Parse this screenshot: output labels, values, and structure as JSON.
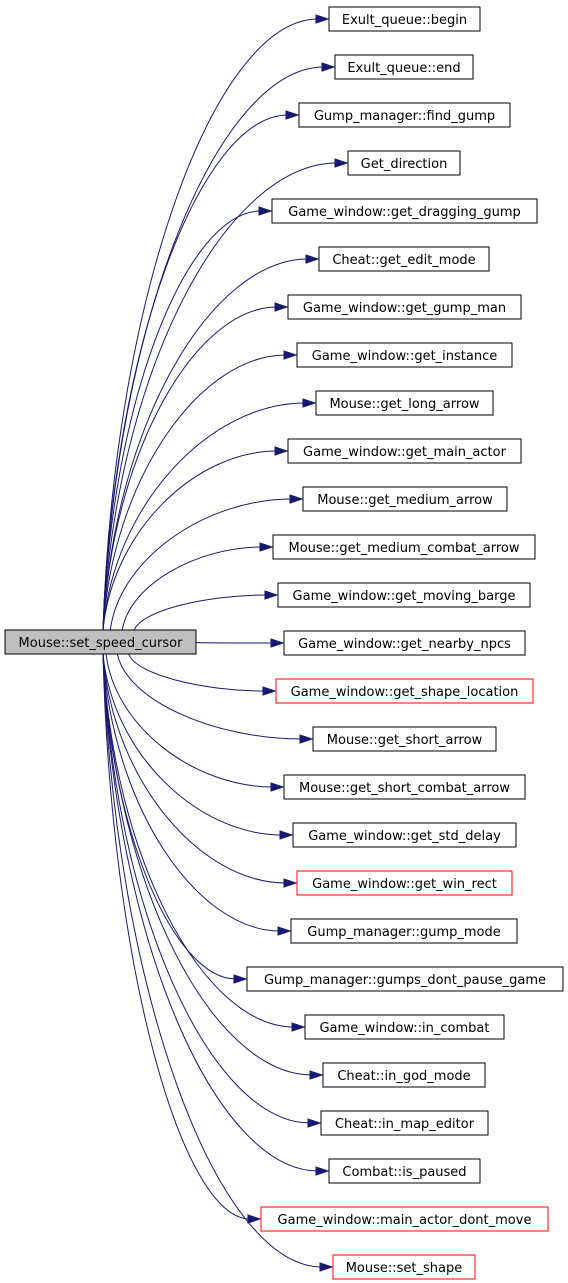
{
  "graph": {
    "root": {
      "label": "Mouse::set_speed_cursor",
      "fill": "#bfbfbf"
    },
    "edge_color": "#191970",
    "normal_border": "#000000",
    "undocumented_border": "#ff0000",
    "callees": [
      {
        "label": "Exult_queue::begin",
        "border": "black"
      },
      {
        "label": "Exult_queue::end",
        "border": "black"
      },
      {
        "label": "Gump_manager::find_gump",
        "border": "black"
      },
      {
        "label": "Get_direction",
        "border": "black"
      },
      {
        "label": "Game_window::get_dragging_gump",
        "border": "black"
      },
      {
        "label": "Cheat::get_edit_mode",
        "border": "black"
      },
      {
        "label": "Game_window::get_gump_man",
        "border": "black"
      },
      {
        "label": "Game_window::get_instance",
        "border": "black"
      },
      {
        "label": "Mouse::get_long_arrow",
        "border": "black"
      },
      {
        "label": "Game_window::get_main_actor",
        "border": "black"
      },
      {
        "label": "Mouse::get_medium_arrow",
        "border": "black"
      },
      {
        "label": "Mouse::get_medium_combat_arrow",
        "border": "black"
      },
      {
        "label": "Game_window::get_moving_barge",
        "border": "black"
      },
      {
        "label": "Game_window::get_nearby_npcs",
        "border": "black"
      },
      {
        "label": "Game_window::get_shape_location",
        "border": "red"
      },
      {
        "label": "Mouse::get_short_arrow",
        "border": "black"
      },
      {
        "label": "Mouse::get_short_combat_arrow",
        "border": "black"
      },
      {
        "label": "Game_window::get_std_delay",
        "border": "black"
      },
      {
        "label": "Game_window::get_win_rect",
        "border": "red"
      },
      {
        "label": "Gump_manager::gump_mode",
        "border": "black"
      },
      {
        "label": "Gump_manager::gumps_dont_pause_game",
        "border": "black"
      },
      {
        "label": "Game_window::in_combat",
        "border": "black"
      },
      {
        "label": "Cheat::in_god_mode",
        "border": "black"
      },
      {
        "label": "Cheat::in_map_editor",
        "border": "black"
      },
      {
        "label": "Combat::is_paused",
        "border": "black"
      },
      {
        "label": "Game_window::main_actor_dont_move",
        "border": "red"
      },
      {
        "label": "Mouse::set_shape",
        "border": "red"
      }
    ]
  }
}
